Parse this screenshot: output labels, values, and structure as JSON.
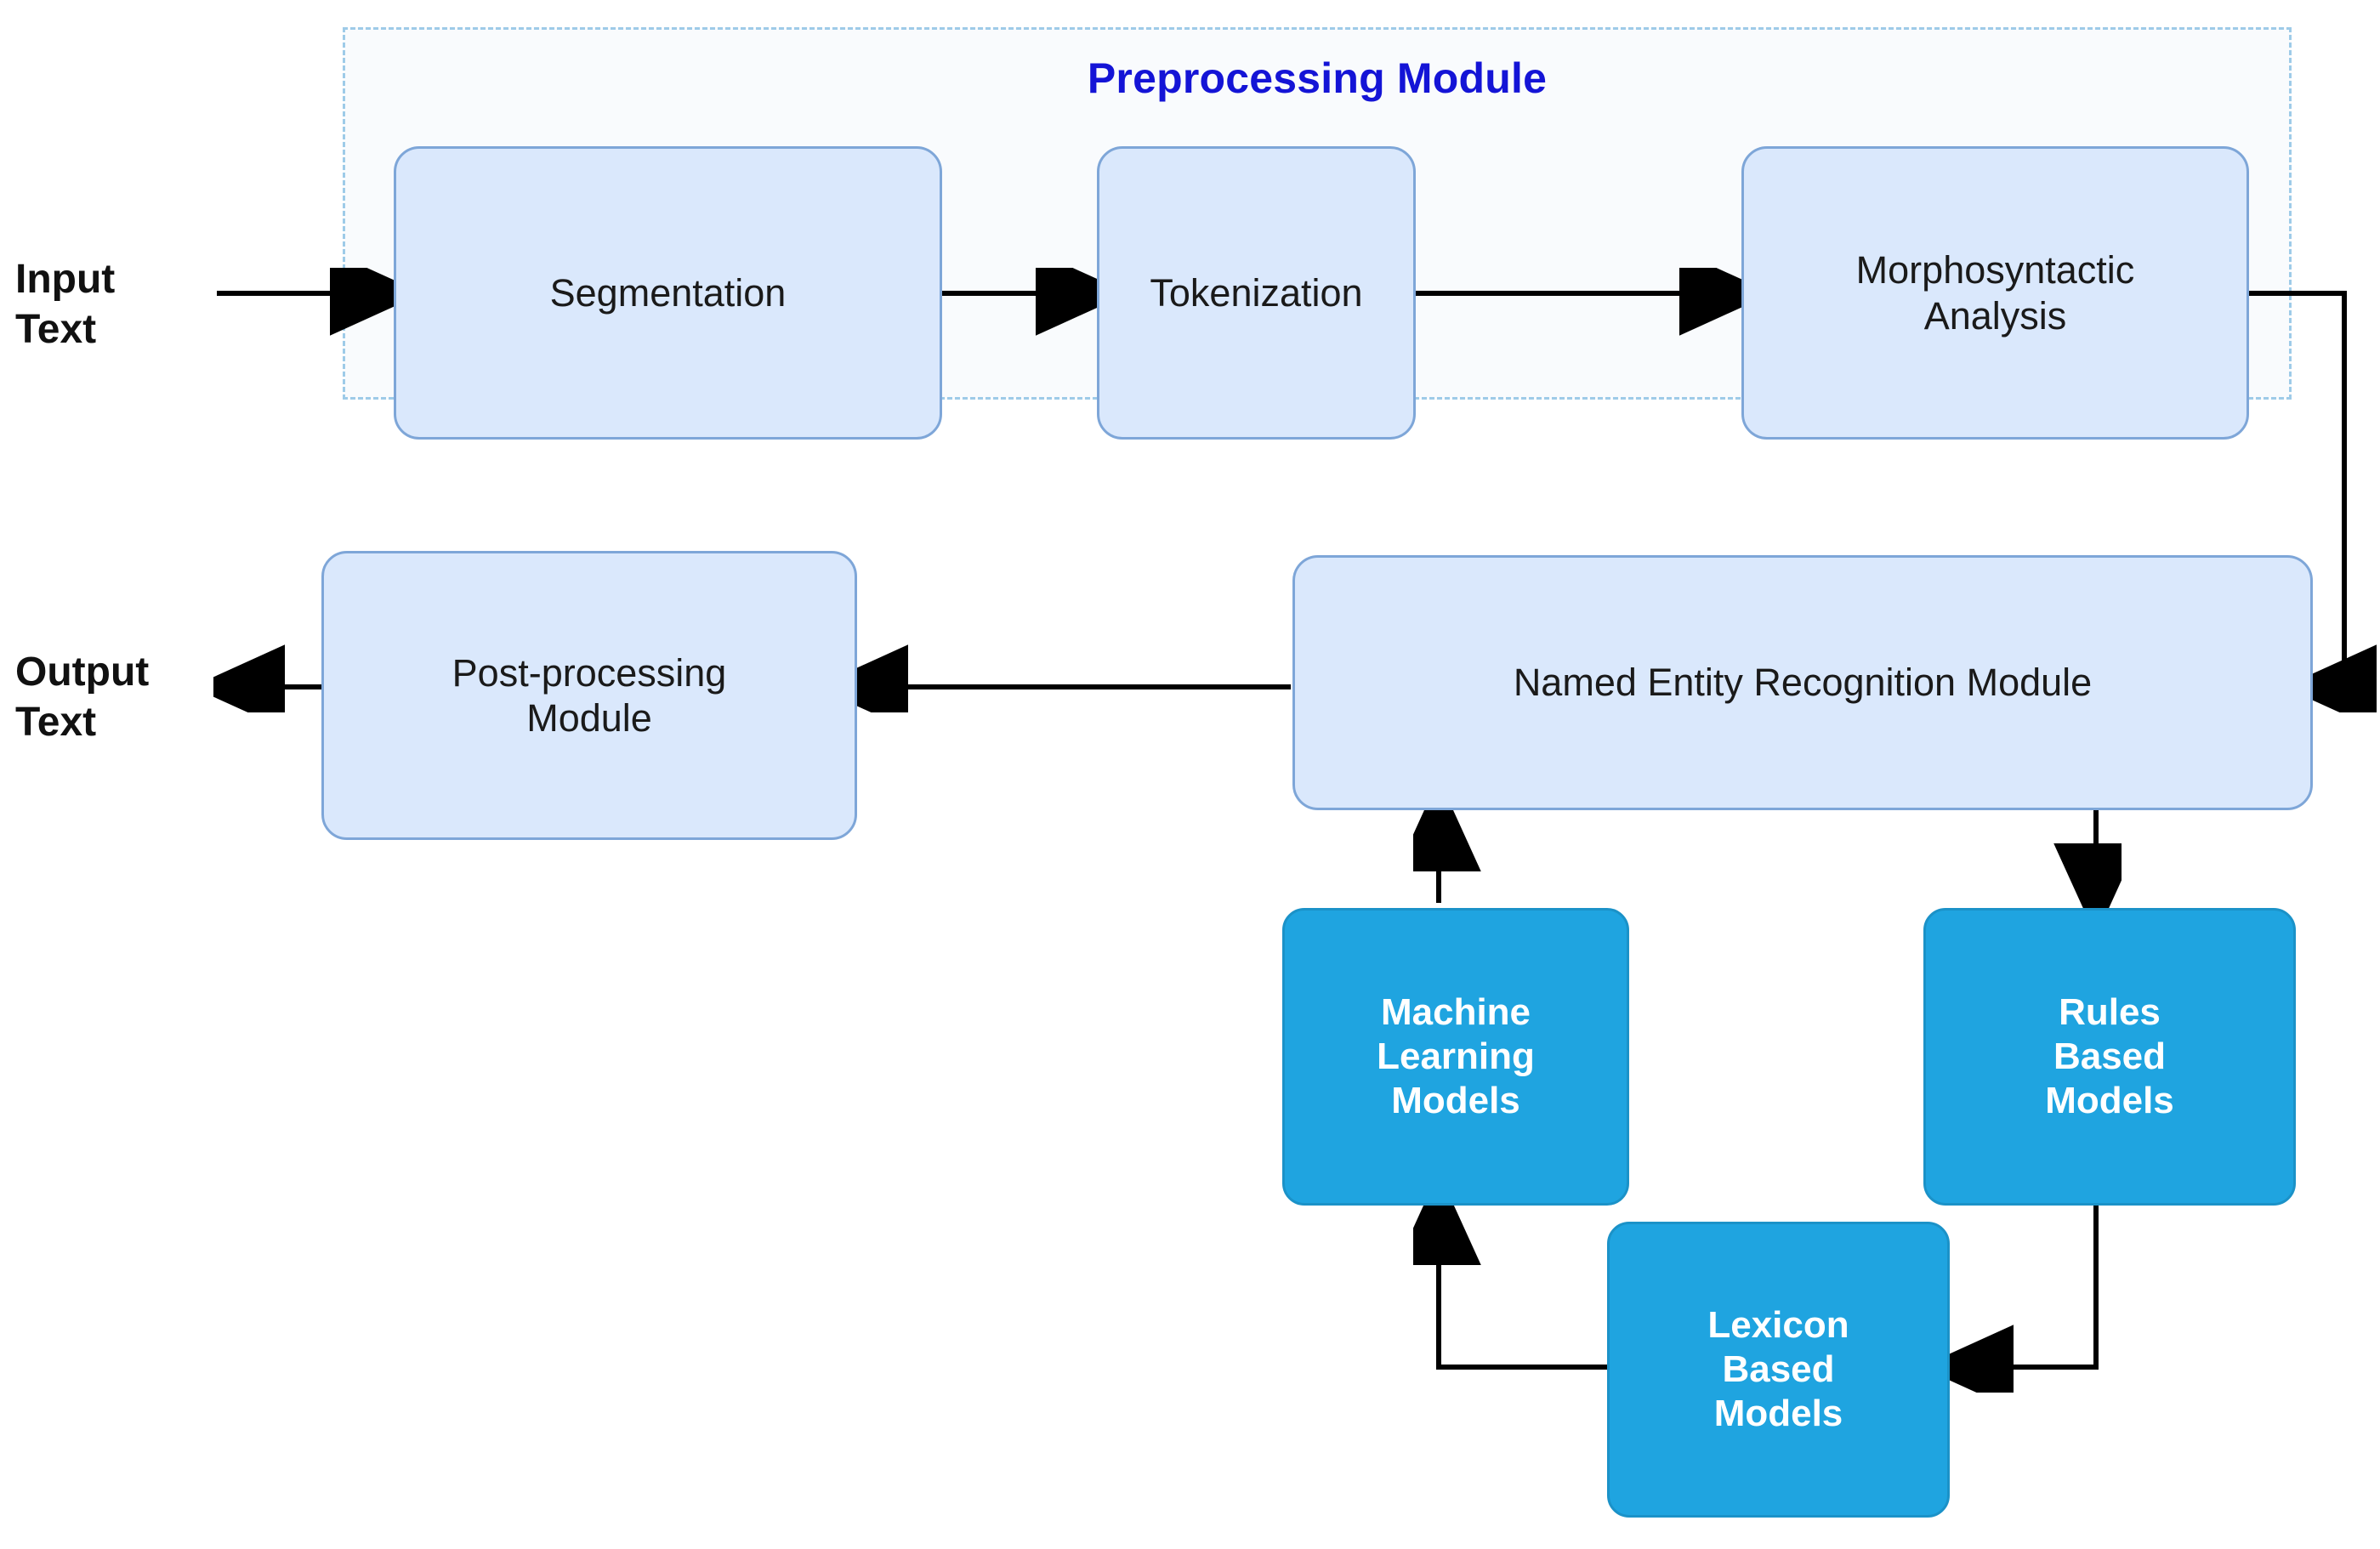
{
  "diagram": {
    "type": "flowchart",
    "title_group": "Preprocessing Module",
    "io": {
      "input_label": "Input\nText",
      "output_label": "Output\nText"
    },
    "colors": {
      "group_title": "#1414d6",
      "group_border": "#9ecbe8",
      "group_fill": "#f9fbfd",
      "light_node_fill": "#dae8fc",
      "light_node_border": "#7ea6d8",
      "dark_node_fill": "#1fa4e0",
      "dark_node_border": "#1b92c8",
      "dark_node_text": "#ffffff",
      "edge": "#000000"
    },
    "nodes": [
      {
        "id": "segmentation",
        "label": "Segmentation"
      },
      {
        "id": "tokenization",
        "label": "Tokenization"
      },
      {
        "id": "morphosyntactic",
        "label": "Morphosyntactic\nAnalysis"
      },
      {
        "id": "ner",
        "label": "Named Entity Recognition Module"
      },
      {
        "id": "postprocessing",
        "label": "Post-processing\nModule"
      },
      {
        "id": "ml-models",
        "label": "Machine\nLearning\nModels"
      },
      {
        "id": "rules-models",
        "label": "Rules\nBased\nModels"
      },
      {
        "id": "lexicon-models",
        "label": "Lexicon\nBased\nModels"
      }
    ],
    "edges": [
      {
        "from": "input-text",
        "to": "segmentation"
      },
      {
        "from": "segmentation",
        "to": "tokenization"
      },
      {
        "from": "tokenization",
        "to": "morphosyntactic"
      },
      {
        "from": "morphosyntactic",
        "to": "ner"
      },
      {
        "from": "ner",
        "to": "postprocessing"
      },
      {
        "from": "postprocessing",
        "to": "output-text"
      },
      {
        "from": "ml-models",
        "to": "ner"
      },
      {
        "from": "ner",
        "to": "rules-models"
      },
      {
        "from": "rules-models",
        "to": "lexicon-models"
      },
      {
        "from": "lexicon-models",
        "to": "ml-models"
      }
    ]
  }
}
